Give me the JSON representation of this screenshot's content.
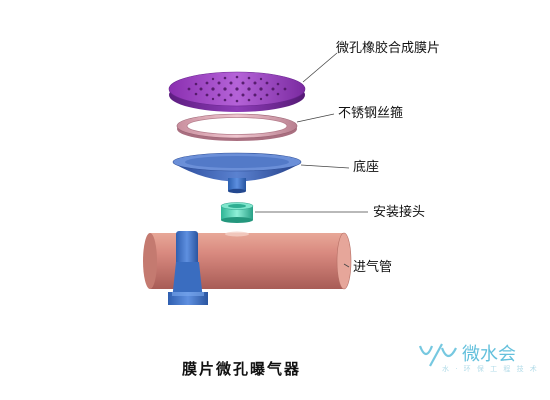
{
  "labels": {
    "membrane": "微孔橡胶合成膜片",
    "ring": "不锈钢丝箍",
    "base": "底座",
    "joint": "安装接头",
    "pipe": "进气管"
  },
  "caption": "膜片微孔曝气器",
  "watermark": {
    "brand": "微水会",
    "subtitle": "水 · 环 保 工 程 技 术",
    "logo_icon": "water-drop-logo-icon"
  },
  "colors": {
    "membrane": "#9b3fbf",
    "ring": "#d9a3b0",
    "base": "#3d5fb0",
    "joint": "#3fd1b0",
    "pipe": "#d98a80",
    "bracket": "#3f74c9",
    "watermark": "#49b6d6"
  }
}
